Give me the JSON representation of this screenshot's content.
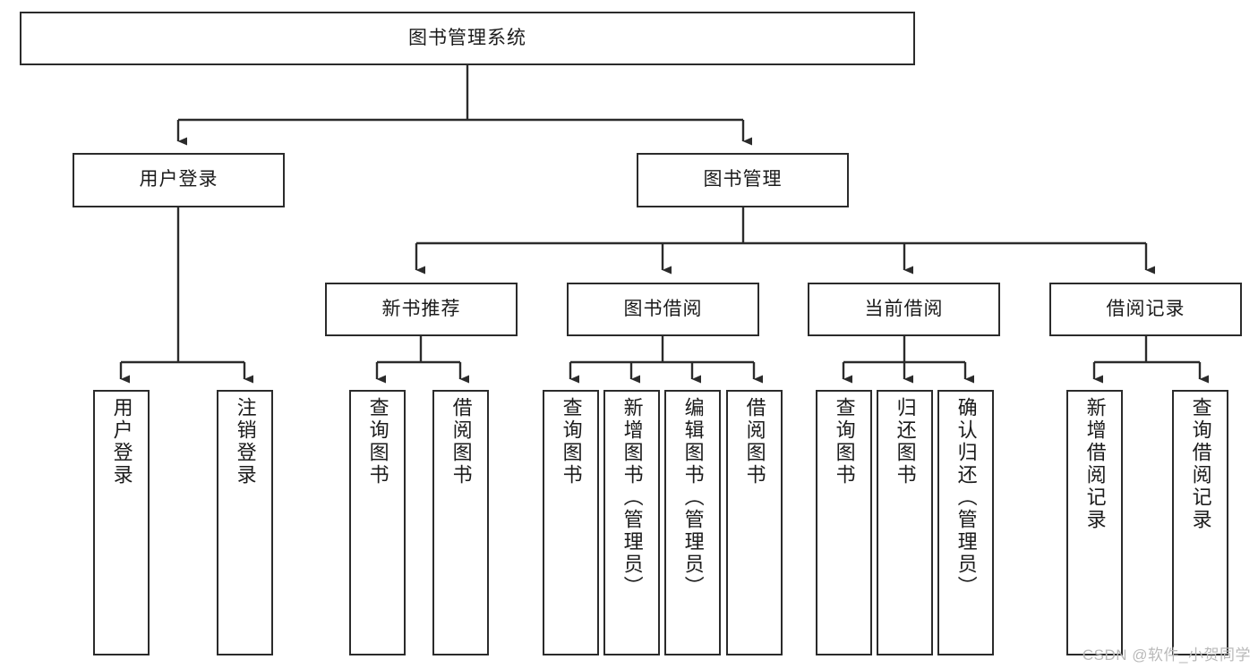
{
  "diagram": {
    "type": "tree-hierarchy-chart",
    "title": "图书管理系统",
    "watermark": "CSDN @软件_小贺同学",
    "colors": {
      "box_border": "#2b2b2b",
      "box_fill": "#ffffff",
      "connector": "#2b2b2b",
      "text": "#1b1b1b",
      "watermark": "#b9b9b9",
      "background": "#ffffff"
    },
    "nodes": {
      "root": {
        "label": "图书管理系统",
        "level": 1
      },
      "level2": [
        {
          "id": "user-login",
          "label": "用户登录"
        },
        {
          "id": "book-manage",
          "label": "图书管理"
        }
      ],
      "level3": [
        {
          "id": "new-book-recommend",
          "label": "新书推荐"
        },
        {
          "id": "book-borrow",
          "label": "图书借阅"
        },
        {
          "id": "current-borrow",
          "label": "当前借阅"
        },
        {
          "id": "borrow-record",
          "label": "借阅记录"
        }
      ],
      "leaves": {
        "user-login": [
          {
            "id": "leaf-user-login",
            "label": "用户登录"
          },
          {
            "id": "leaf-logout",
            "label": "注销登录"
          }
        ],
        "new-book-recommend": [
          {
            "id": "leaf-query-book-1",
            "label": "查询图书"
          },
          {
            "id": "leaf-borrow-book-1",
            "label": "借阅图书"
          }
        ],
        "book-borrow": [
          {
            "id": "leaf-query-book-2",
            "label": "查询图书"
          },
          {
            "id": "leaf-add-book",
            "label": "新增图书（管理员）"
          },
          {
            "id": "leaf-edit-book",
            "label": "编辑图书（管理员）"
          },
          {
            "id": "leaf-borrow-book-2",
            "label": "借阅图书"
          }
        ],
        "current-borrow": [
          {
            "id": "leaf-query-book-3",
            "label": "查询图书"
          },
          {
            "id": "leaf-return-book",
            "label": "归还图书"
          },
          {
            "id": "leaf-confirm-return",
            "label": "确认归还（管理员）"
          }
        ],
        "borrow-record": [
          {
            "id": "leaf-add-record",
            "label": "新增借阅记录"
          },
          {
            "id": "leaf-query-record",
            "label": "查询借阅记录"
          }
        ]
      }
    }
  }
}
